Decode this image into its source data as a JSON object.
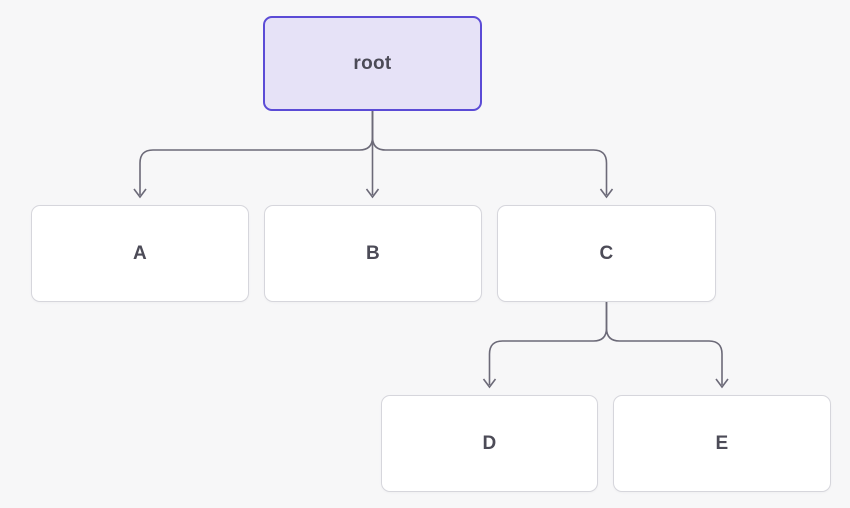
{
  "diagram": {
    "type": "tree",
    "nodes": {
      "root": {
        "id": "root",
        "label": "root",
        "role": "root-node"
      },
      "a": {
        "id": "A",
        "label": "A",
        "role": "child-node"
      },
      "b": {
        "id": "B",
        "label": "B",
        "role": "child-node"
      },
      "c": {
        "id": "C",
        "label": "C",
        "role": "child-node"
      },
      "d": {
        "id": "D",
        "label": "D",
        "role": "child-node"
      },
      "e": {
        "id": "E",
        "label": "E",
        "role": "child-node"
      }
    },
    "edges": [
      {
        "from": "root",
        "to": "A"
      },
      {
        "from": "root",
        "to": "B"
      },
      {
        "from": "root",
        "to": "C"
      },
      {
        "from": "C",
        "to": "D"
      },
      {
        "from": "C",
        "to": "E"
      }
    ],
    "colors": {
      "background": "#f7f7f8",
      "root_fill": "#e6e2f7",
      "root_border": "#5b4bd6",
      "child_fill": "#ffffff",
      "child_border": "#d6d6dc",
      "text": "#4c4b57",
      "connector": "#6c6a78"
    }
  }
}
